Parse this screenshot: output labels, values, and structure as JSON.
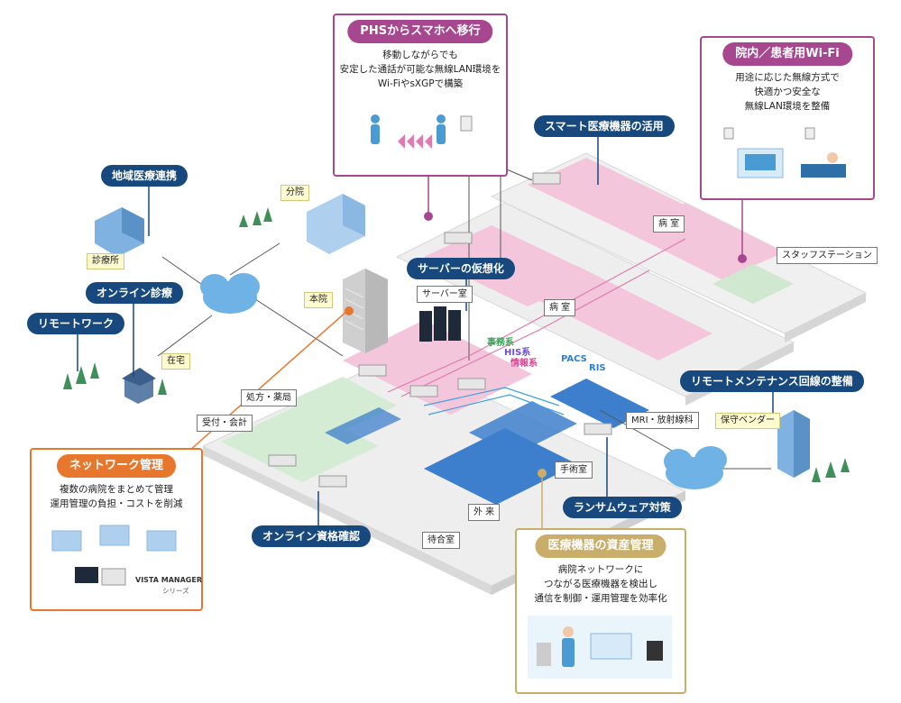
{
  "callouts": {
    "phs": {
      "title": "PHSからスマホへ移行",
      "lines": [
        "移動しながらでも",
        "安定した通話が可能な無線LAN環境を",
        "Wi-FiやsXGPで構築"
      ]
    },
    "wifi": {
      "title": "院内／患者用Wi-Fi",
      "lines": [
        "用途に応じた無線方式で",
        "快適かつ安全な",
        "無線LAN環境を整備"
      ]
    },
    "network": {
      "title": "ネットワーク管理",
      "lines": [
        "複数の病院をまとめて管理",
        "運用管理の負担・コストを削減"
      ],
      "product": "VISTA MANAGER",
      "product_sub": "シリーズ"
    },
    "assets": {
      "title": "医療機器の資産管理",
      "lines": [
        "病院ネットワークに",
        "つながる医療機器を検出し",
        "通信を制御・運用管理を効率化"
      ]
    }
  },
  "pills": {
    "regional": "地域医療連携",
    "online_consult": "オンライン診療",
    "remote_work": "リモートワーク",
    "smart_devices": "スマート医療機器の活用",
    "server_virtual": "サーバーの仮想化",
    "remote_maint": "リモートメンテナンス回線の整備",
    "ransomware": "ランサムウェア対策",
    "online_qualify": "オンライン資格確認"
  },
  "tags": {
    "clinic": "診療所",
    "branch": "分院",
    "main": "本院",
    "home": "在宅",
    "vendor": "保守ベンダー"
  },
  "rooms": {
    "staff_station": "スタッフステーション",
    "server_room": "サーバー室",
    "ward1": "病 室",
    "ward2": "病 室",
    "pharmacy": "処方・薬局",
    "reception": "受付・会計",
    "mri": "MRI・放射線科",
    "surgery": "手術室",
    "outpatient": "外 来",
    "waiting": "待合室"
  },
  "systems": {
    "office": "事務系",
    "his": "HIS系",
    "info": "情報系",
    "pacs": "PACS",
    "ris": "RIS"
  },
  "colors": {
    "navy": "#17497e",
    "purple": "#a6478f",
    "orange": "#e8772e",
    "gold": "#c9ad6a",
    "ward_pink": "#f4c6dc",
    "office_green": "#d4ecd4",
    "outpatient_blue": "#3d7fcc"
  }
}
